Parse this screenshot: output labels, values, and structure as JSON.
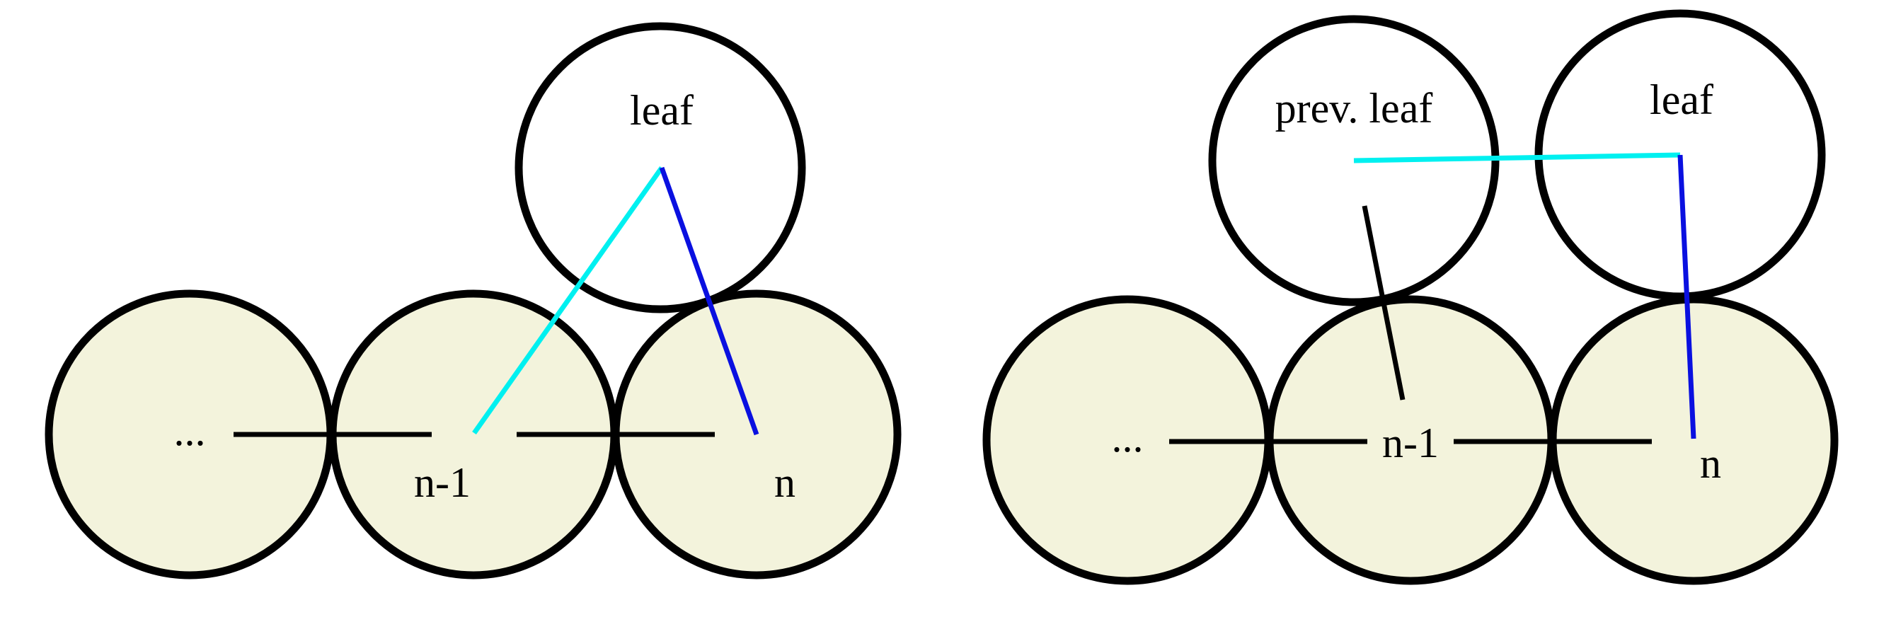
{
  "colors": {
    "chain_node_fill": "#F3F3DC",
    "leaf_node_fill": "#FFFFFF",
    "outline": "#000000",
    "cyan_link": "#00F0F0",
    "blue_link": "#0A10E0"
  },
  "left_diagram": {
    "chain_labels": [
      "...",
      "n-1",
      "n"
    ],
    "leaf_label": "leaf"
  },
  "right_diagram": {
    "chain_labels": [
      "...",
      "n-1",
      "n"
    ],
    "prev_leaf_label": "prev. leaf",
    "leaf_label": "leaf"
  }
}
